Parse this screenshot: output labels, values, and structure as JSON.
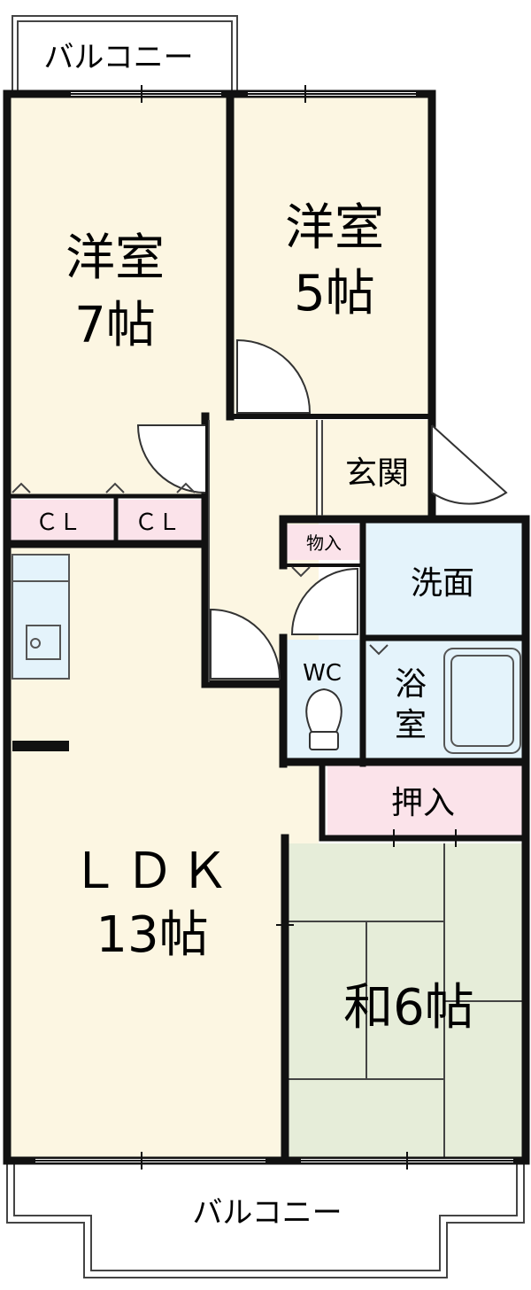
{
  "colors": {
    "western": "#fcf6e2",
    "wet": "#e4f3fb",
    "storage": "#fbe3ea",
    "tatami": "#e6edd9",
    "wall": "#111111",
    "outline": "#444444"
  },
  "rooms": {
    "balcony_top": "バルコニー",
    "western_7_name": "洋室",
    "western_7_size": "7帖",
    "western_5_name": "洋室",
    "western_5_size": "5帖",
    "entrance": "玄関",
    "closet_1": "ＣＬ",
    "closet_2": "ＣＬ",
    "storage_small": "物入",
    "washroom": "洗面",
    "wc": "WC",
    "bath_1": "浴",
    "bath_2": "室",
    "oshiire": "押入",
    "ldk_name": "ＬＤＫ",
    "ldk_size": "13帖",
    "japanese": "和6帖",
    "balcony_bottom": "バルコニー"
  }
}
